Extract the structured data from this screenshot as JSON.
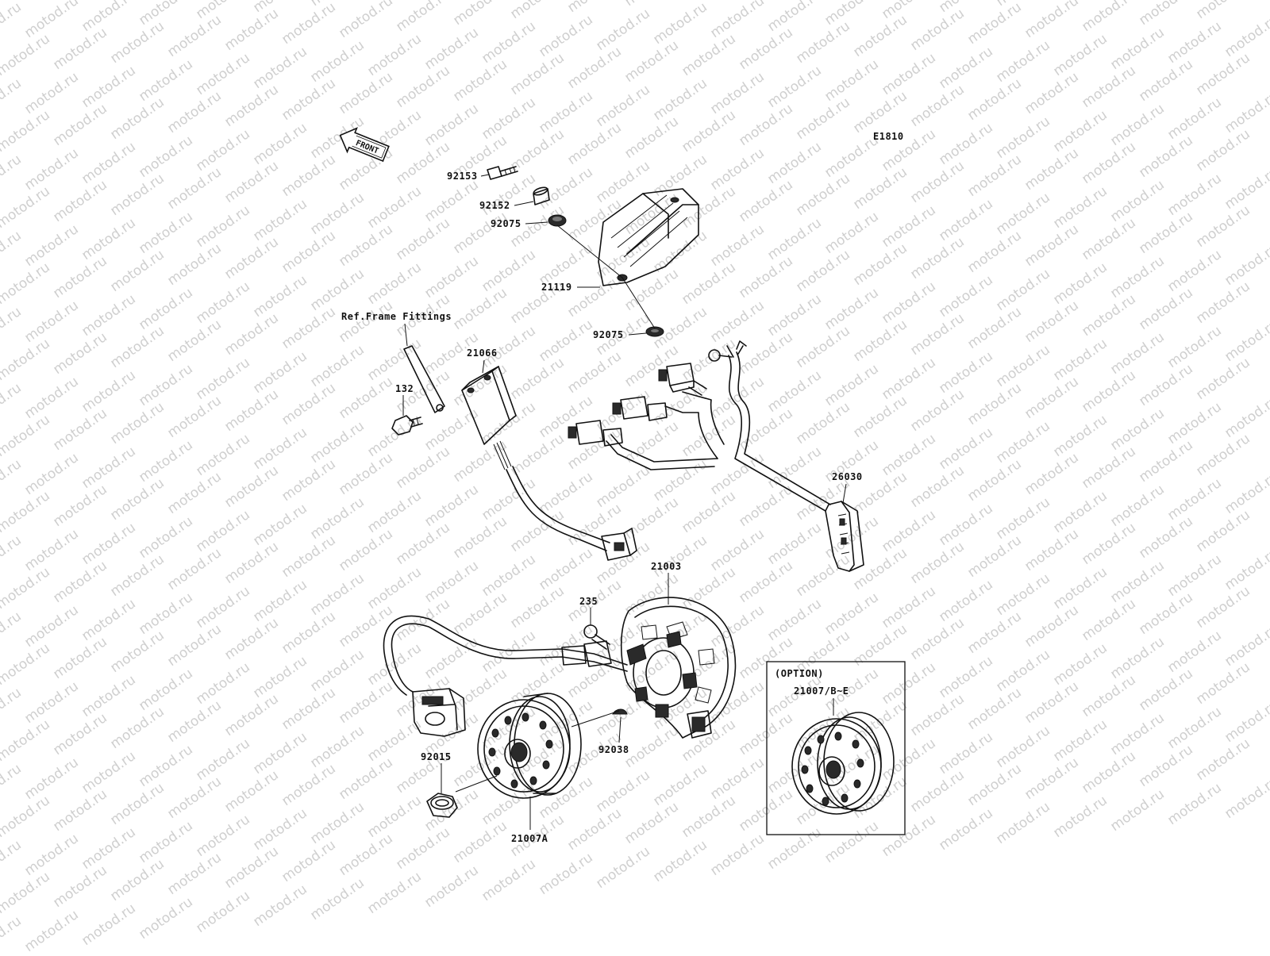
{
  "watermark": "motod.ru",
  "diagram_code": "E1810",
  "front_arrow_label": "FRONT",
  "reference_note": "Ref.Frame Fittings",
  "option_box": {
    "title": "(OPTION)",
    "part_number": "21007/B~E"
  },
  "callouts": {
    "screw_92153": "92153",
    "collar_92152": "92152",
    "grommet_92075_top": "92075",
    "regulator_21119": "21119",
    "grommet_92075_bottom": "92075",
    "ic_igniter_21066": "21066",
    "bolt_132": "132",
    "harness_26030": "26030",
    "stator_21003": "21003",
    "bolt_235": "235",
    "key_92038": "92038",
    "nut_92015": "92015",
    "rotor_21007A": "21007A"
  }
}
